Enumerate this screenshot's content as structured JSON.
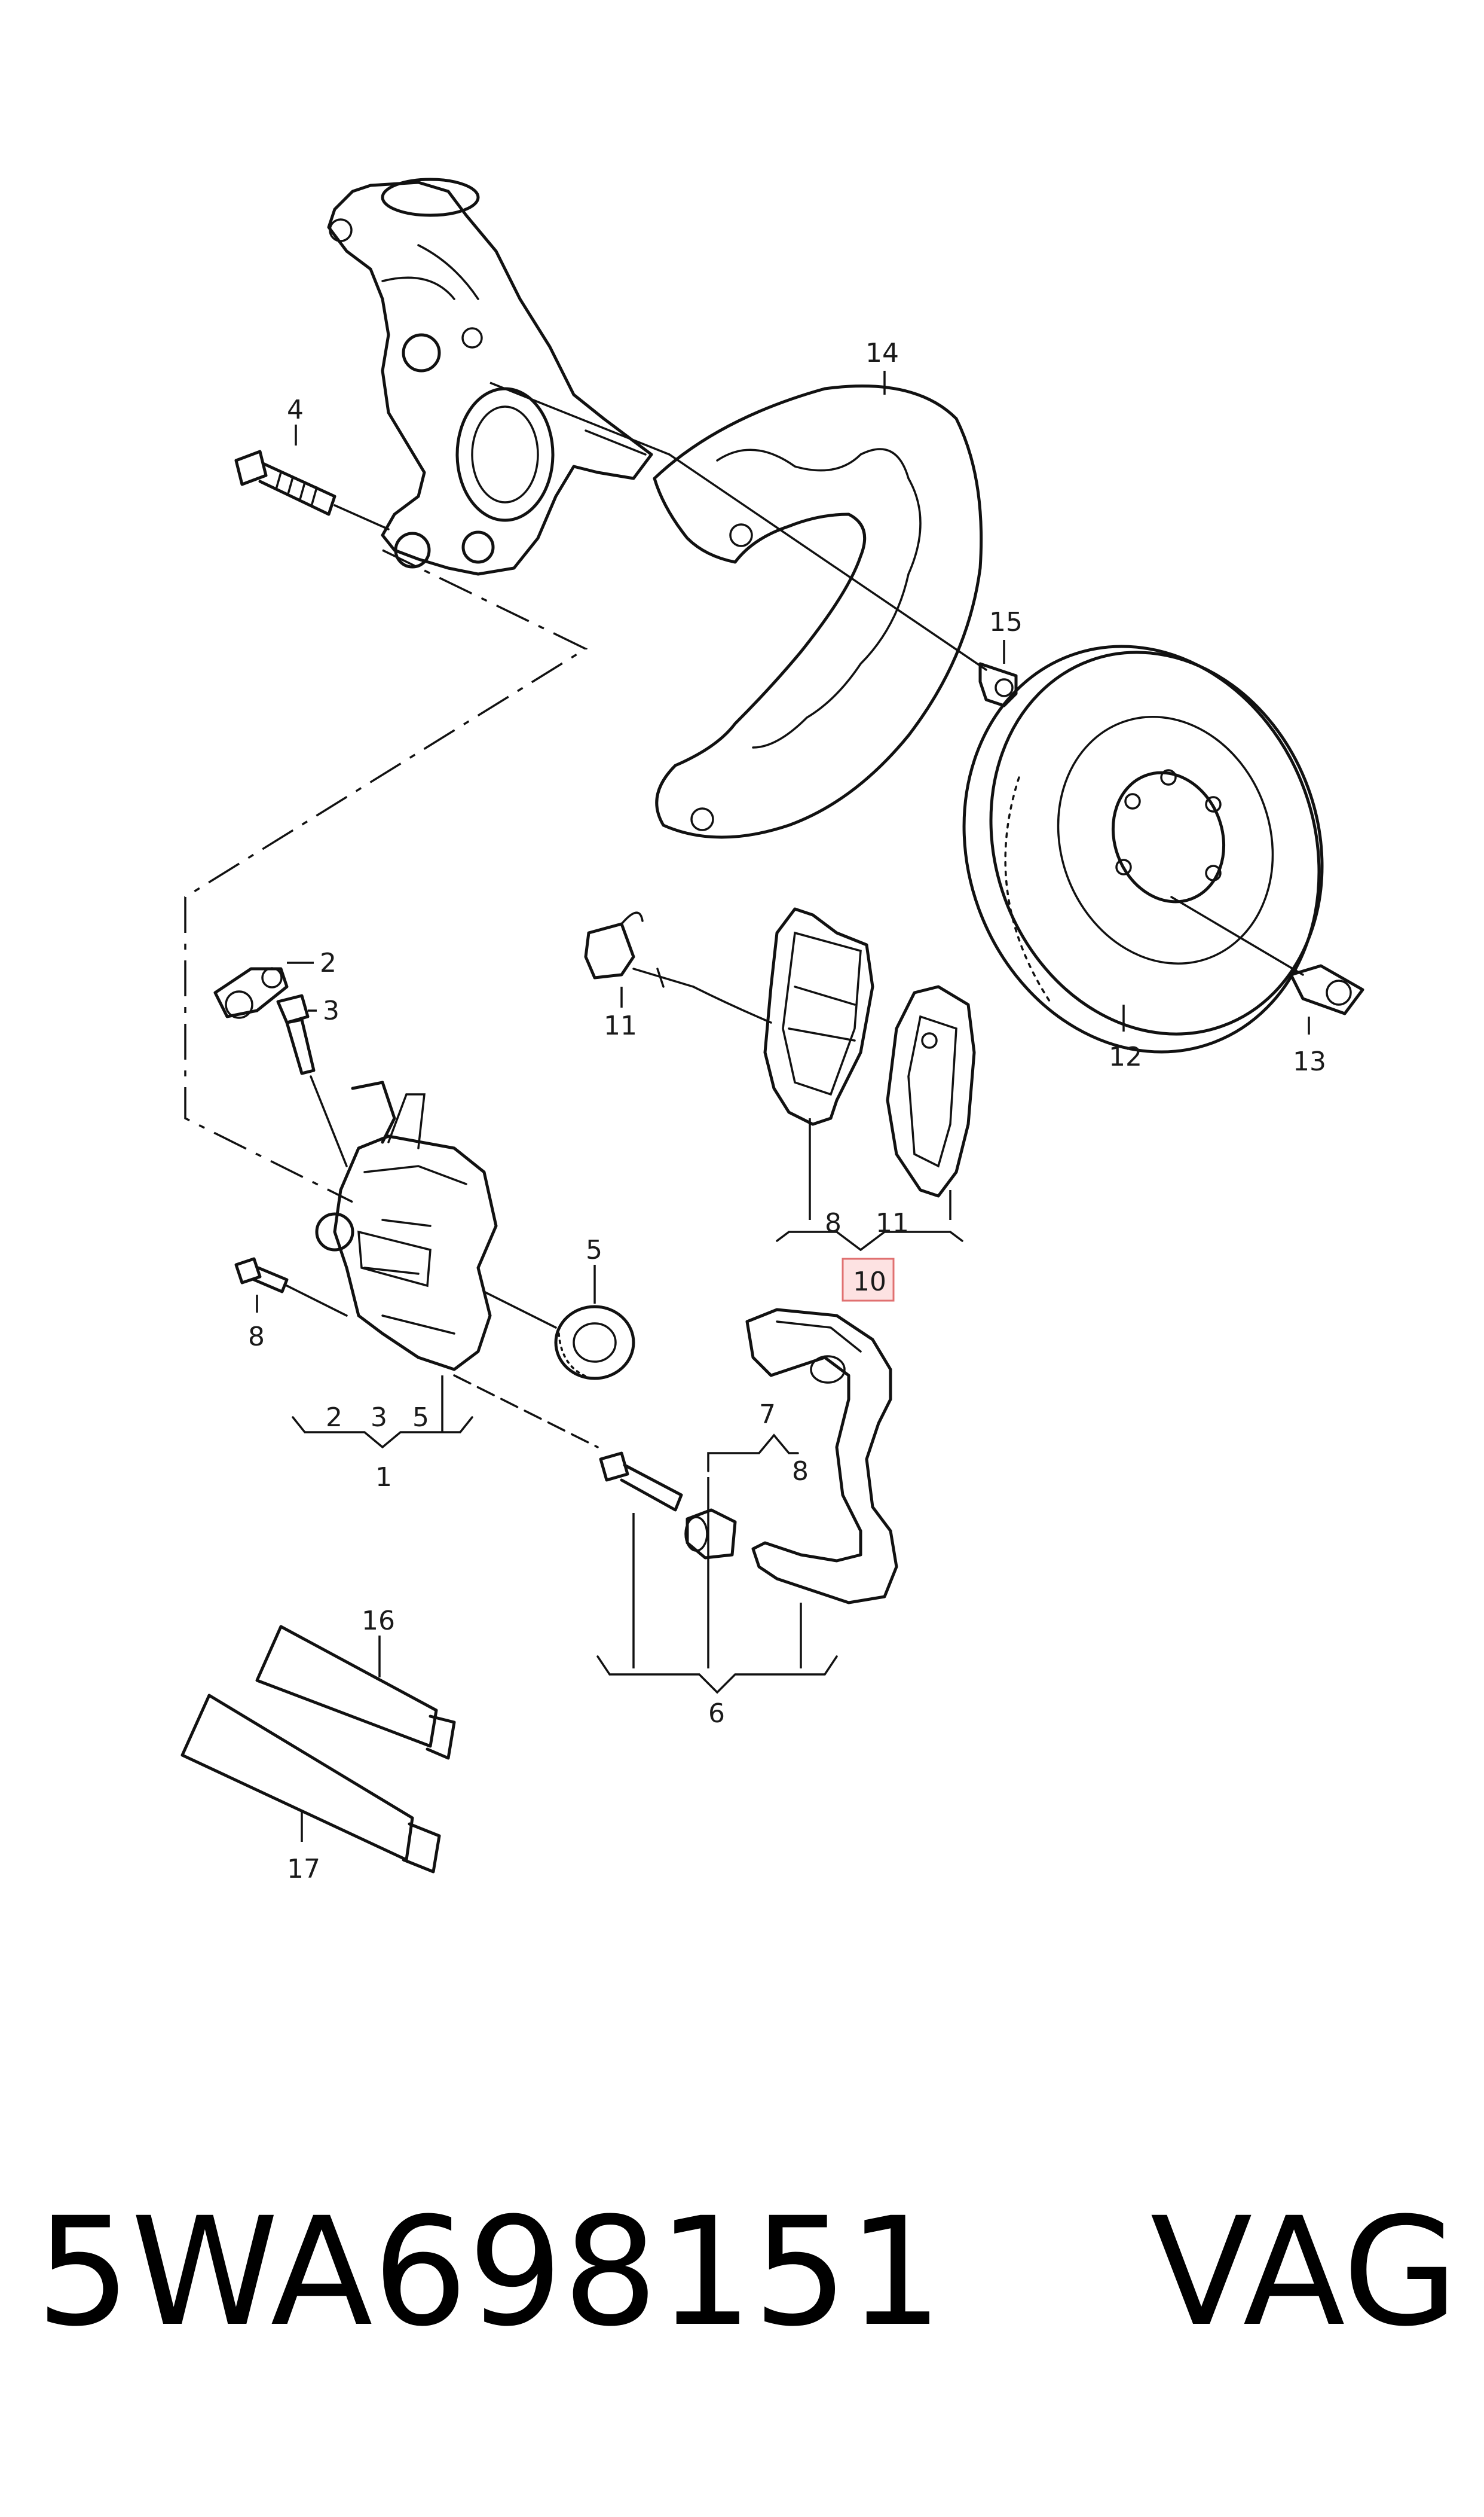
{
  "callouts": {
    "p1": "1",
    "p2a": "2",
    "p2b": "2",
    "p3a": "3",
    "p3b": "3",
    "p4": "4",
    "p5a": "5",
    "p5b": "5",
    "p6": "6",
    "p7": "7",
    "p8a": "8",
    "p8b": "8",
    "p8c": "8",
    "p10": "10",
    "p11a": "11",
    "p11b": "11",
    "p12": "12",
    "p13": "13",
    "p14": "14",
    "p15": "15",
    "p16": "16",
    "p17": "17"
  },
  "highlight": {
    "fill": "#fde2e2",
    "stroke": "#e07070"
  },
  "footer": {
    "part_number": "5WA698151",
    "brand": "VAG"
  }
}
